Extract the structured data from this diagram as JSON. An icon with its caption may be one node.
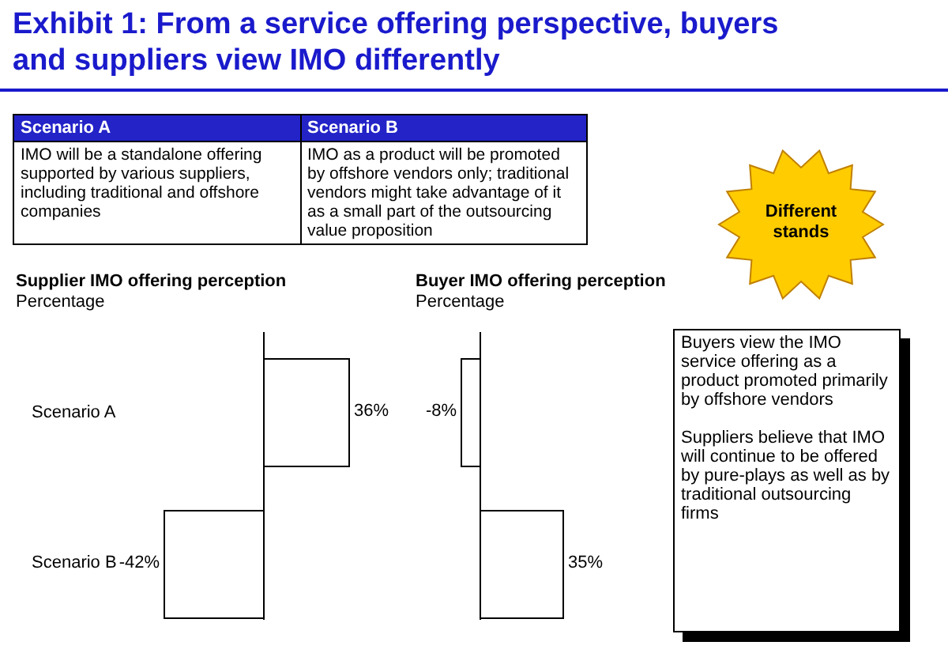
{
  "diagram": {
    "title": "Exhibit 1: From a service offering perspective, buyers and suppliers view IMO differently",
    "nodes": [
      {
        "text": [
          "Different stands"
        ]
      },
      {
        "text": [
          "Buyers view the IMO service offering as a product promoted primarily by offshore vendors",
          "Suppliers believe that IMO will continue to be offered by pure-plays as well as by traditional outsourcing firms"
        ]
      }
    ],
    "edges": [],
    "labels": [
      "Scenario A",
      "Scenario B",
      "IMO will be a standalone offering supported by various suppliers, including traditional and offshore companies",
      "IMO as a product will be promoted by offshore vendors only; traditional vendors might take advantage of it as a small part of the outsourcing value proposition",
      "Supplier IMO offering perception",
      "Percentage",
      "Buyer IMO offering perception",
      "Percentage",
      "Scenario A",
      "36%",
      "-8%",
      "Scenario B",
      "-42%",
      "35%"
    ]
  }
}
